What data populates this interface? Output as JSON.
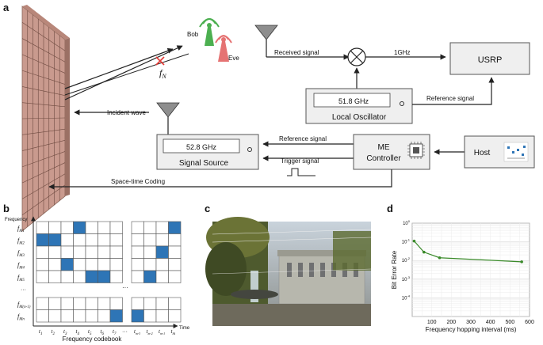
{
  "panels": {
    "a": "a",
    "b": "b",
    "c": "c",
    "d": "d"
  },
  "panel_a": {
    "bob": "Bob",
    "eve": "Eve",
    "fn_label": "f",
    "fn_sub": "N",
    "received_signal": "Received signal",
    "ghz_label": "1GHz",
    "usrp": "USRP",
    "lo_freq": "51.8 GHz",
    "local_oscillator": "Local Oscillator",
    "reference_signal_right": "Reference signal",
    "incident_wave": "Incident wave",
    "ss_freq": "52.8 GHz",
    "signal_source": "Signal Source",
    "reference_signal_mid": "Reference signal",
    "trigger_signal": "Trigger signal",
    "me_controller_1": "ME",
    "me_controller_2": "Controller",
    "host": "Host",
    "space_time_coding": "Space-time Coding"
  },
  "panel_b": {
    "y_title": "Frequency",
    "x_title": "Time",
    "caption": "Frequency codebook",
    "row_labels": [
      "M1",
      "M2",
      "M3",
      "M4",
      "M5",
      "M(n-1)",
      "Mn"
    ],
    "col_labels": [
      "1",
      "2",
      "3",
      "4",
      "5",
      "6",
      "7",
      "m-3",
      "m-2",
      "m-1",
      "m"
    ],
    "ellipsis": "···",
    "vdots": "···",
    "highlight_color": "#2e75b6",
    "selected_cells": [
      {
        "row": 0,
        "col": 3
      },
      {
        "row": 1,
        "col": 0
      },
      {
        "row": 1,
        "col": 1
      },
      {
        "row": 3,
        "col": 2
      },
      {
        "row": 4,
        "col": 4
      },
      {
        "row": 4,
        "col": 5
      },
      {
        "row": 6,
        "col": 6
      },
      {
        "row": 0,
        "col": 10
      },
      {
        "row": 2,
        "col": 9
      },
      {
        "row": 4,
        "col": 8
      },
      {
        "row": 6,
        "col": 7
      }
    ]
  },
  "chart_data": {
    "type": "line",
    "title": "",
    "xlabel": "Frequency hopping interval (ms)",
    "ylabel": "Bit Error Rate",
    "xlim": [
      0,
      600
    ],
    "ylim": [
      1e-05,
      1
    ],
    "y_scale": "log",
    "grid": true,
    "x_ticks": [
      "100",
      "200",
      "300",
      "400",
      "500",
      "600"
    ],
    "y_ticks": [
      "10^0",
      "10^-1",
      "10^-2",
      "10^-3",
      "10^-4"
    ],
    "series": [
      {
        "color": "#3a8a2a",
        "x": [
          10,
          60,
          140,
          560
        ],
        "y": [
          0.11,
          0.028,
          0.014,
          0.0085
        ]
      }
    ]
  }
}
